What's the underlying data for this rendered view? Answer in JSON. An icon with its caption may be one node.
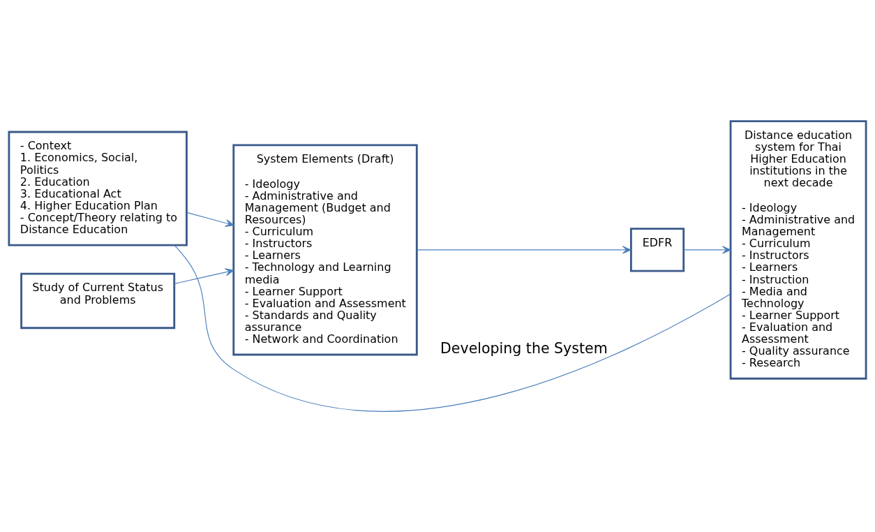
{
  "diagram": {
    "nodes": [
      {
        "text": [
          "- Context",
          "1. Economics, Social, Politics",
          "2. Education",
          "3. Educational Act",
          "4. Higher Education Plan",
          "- Concept/Theory relating to Distance Education"
        ]
      },
      {
        "text": [
          "Study of Current Status and Problems"
        ]
      },
      {
        "text": [
          "System Elements (Draft)",
          "- Ideology",
          "- Administrative and Management (Budget and Resources)",
          "- Curriculum",
          "- Instructors",
          "- Learners",
          "- Technology and Learning media",
          "- Learner Support",
          "- Evaluation and Assessment",
          "- Standards and Quality assurance",
          "- Network and Coordination"
        ]
      },
      {
        "text": [
          "EDFR"
        ]
      },
      {
        "text": [
          "Distance education system for Thai Higher Education institutions in the next decade",
          "- Ideology",
          "- Administrative and Management",
          "- Curriculum",
          "- Instructors",
          "- Learners",
          "- Instruction",
          "- Media and Technology",
          "- Learner Support",
          "- Evaluation and Assessment",
          "- Quality assurance",
          "- Research"
        ]
      }
    ],
    "edges": [
      {
        "from": 0,
        "to": 2,
        "arrow": "to"
      },
      {
        "from": 1,
        "to": 2,
        "arrow": "to"
      },
      {
        "from": 2,
        "to": 3,
        "arrow": "to"
      },
      {
        "from": 3,
        "to": 4,
        "arrow": "to"
      },
      {
        "from": 0,
        "to": 4,
        "arrow": "none",
        "label": "Developing the System"
      }
    ]
  }
}
